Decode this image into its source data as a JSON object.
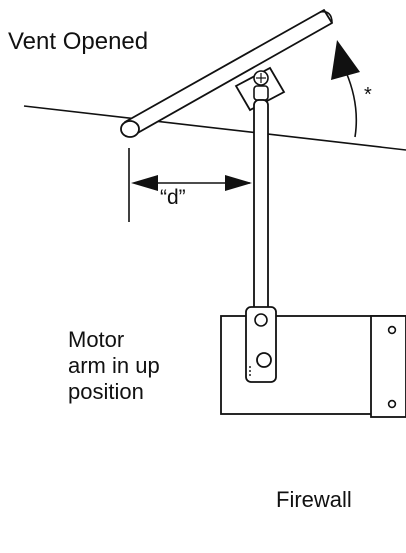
{
  "labels": {
    "vent_opened": "Vent Opened",
    "motor_line1": "Motor",
    "motor_line2": "arm in up",
    "motor_line3": "position",
    "firewall": "Firewall",
    "distance": "“d”",
    "angle_marker": "*"
  },
  "colors": {
    "ink": "#111111",
    "background": "#ffffff"
  }
}
